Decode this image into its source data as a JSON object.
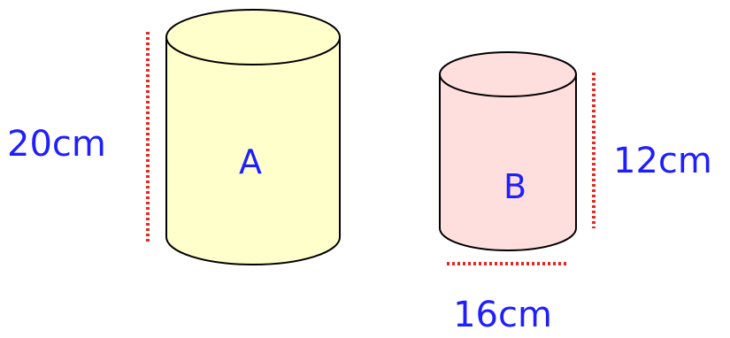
{
  "cylinders": [
    {
      "label": "A",
      "height_label": "20cm",
      "body_color": "#FFFFCC"
    },
    {
      "label": "B",
      "height_label": "12cm",
      "diameter_label": "16cm",
      "body_color": "#FFDEDE"
    }
  ],
  "colors": {
    "label_text": "#1E1EFF",
    "dimension_line": "#E8281E",
    "outline": "#000000"
  }
}
